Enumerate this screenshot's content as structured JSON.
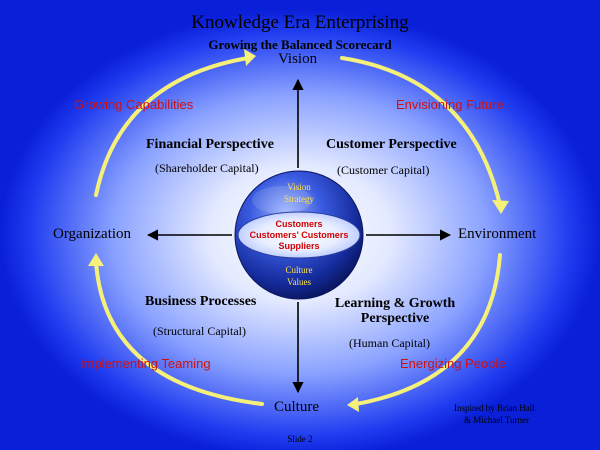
{
  "title": "Knowledge Era Enterprising",
  "subtitle": "Growing the Balanced Scorecard",
  "nodes": {
    "vision": "Vision",
    "organization": "Organization",
    "environment": "Environment",
    "culture": "Culture"
  },
  "processes": {
    "growing_capabilities": "Growing Capabilities",
    "envisioning_future": "Envisioning Future",
    "implementing_teaming": "Implementing Teaming",
    "energizing_people": "Energizing People"
  },
  "perspectives": {
    "financial": {
      "title": "Financial Perspective",
      "capital": "(Shareholder Capital)"
    },
    "customer": {
      "title": "Customer Perspective",
      "capital": "(Customer Capital)"
    },
    "business": {
      "title": "Business Processes",
      "capital": "(Structural Capital)"
    },
    "learning": {
      "title_line1": "Learning & Growth",
      "title_line2": "Perspective",
      "capital": "(Human Capital)"
    }
  },
  "globe": {
    "top_line1": "Vision",
    "top_line2": "Strategy",
    "core_line1": "Customers",
    "core_line2": "Customers' Customers",
    "core_line3": "Suppliers",
    "bottom_line1": "Culture",
    "bottom_line2": "Values"
  },
  "credit_line1": "Inspired by Brian Hall",
  "credit_line2": "& Michael Turner",
  "slide_number": "Slide 2",
  "colors": {
    "cycle_arrow": "#f4f07a",
    "process_text": "#d01010",
    "core_text": "#d00000",
    "globe_text": "#ffe24a"
  }
}
